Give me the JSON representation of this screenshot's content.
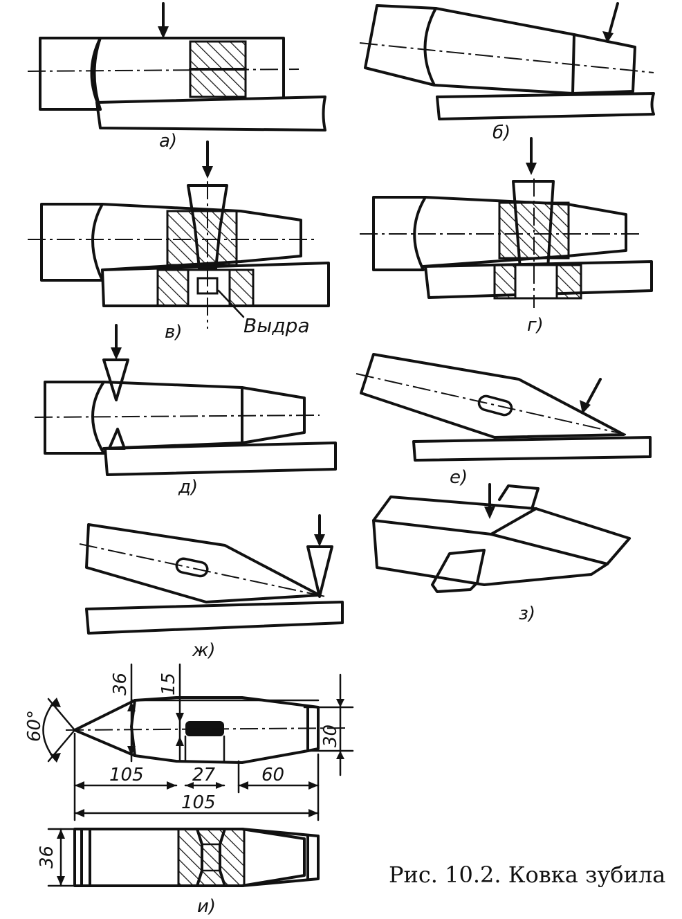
{
  "figure": {
    "caption": "Рис. 10.2. Ковка зубила",
    "callout": "Выдра",
    "panel_labels": {
      "a": "а)",
      "b": "б)",
      "v": "в)",
      "g": "г)",
      "d": "д)",
      "e": "е)",
      "zh": "ж)",
      "z": "з)",
      "i": "и)"
    },
    "dimensions": {
      "angle": "60°",
      "width_left": "36",
      "slot_offset": "15",
      "tip_height": "30",
      "left_length": "105",
      "slot_width": "27",
      "right_length": "60",
      "total_length": "105",
      "bottom_height": "36"
    }
  }
}
